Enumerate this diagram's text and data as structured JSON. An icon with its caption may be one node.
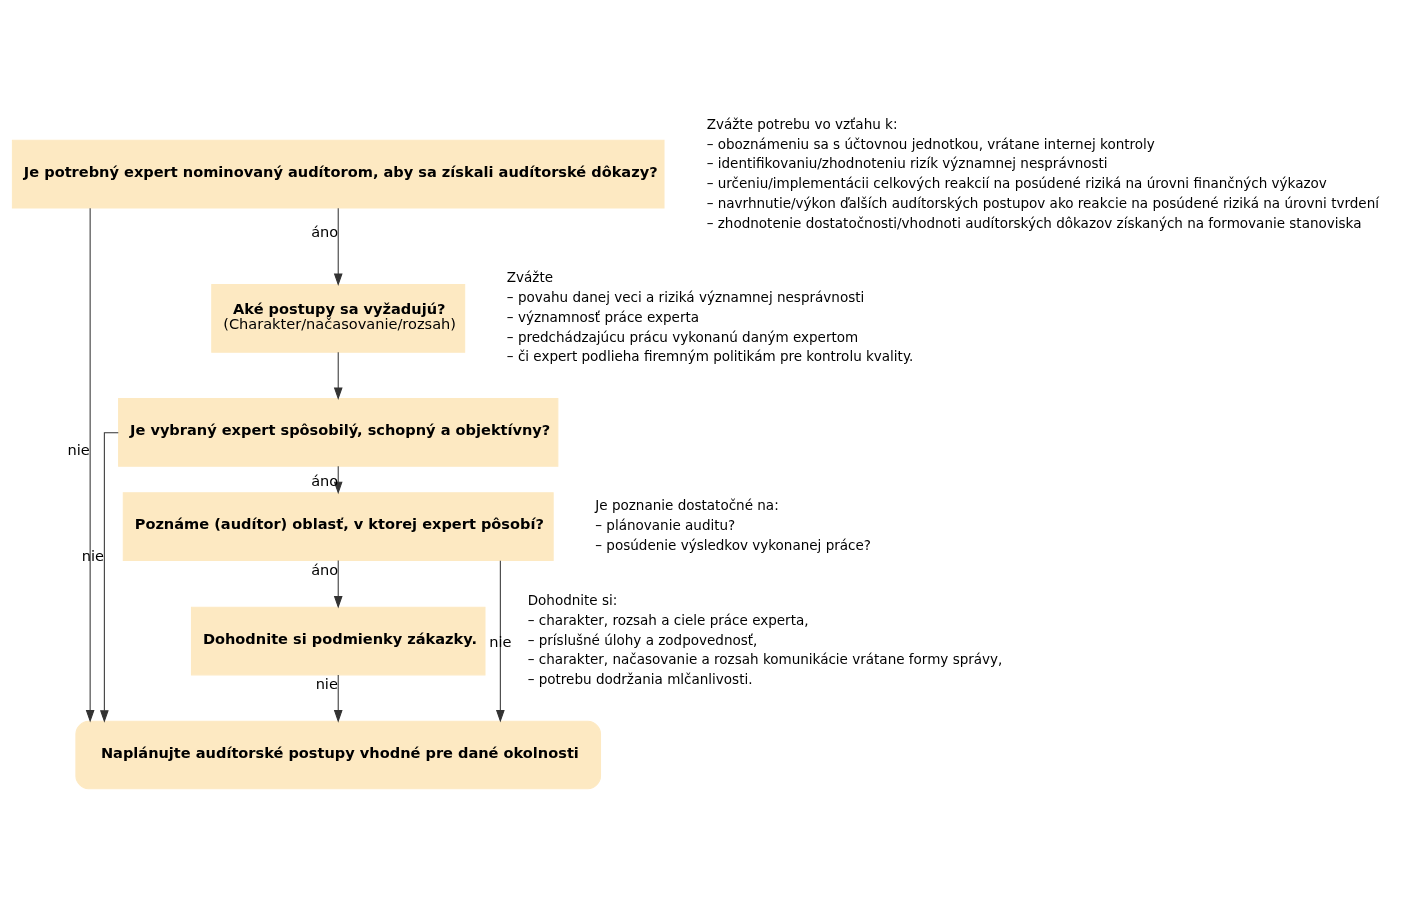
{
  "diagram": {
    "nodes": [
      {
        "text": [
          "Je potrebný expert nominovaný audítorom, aby sa získali audítorské dôkazy?"
        ],
        "beside": [
          "Zvážte potrebu vo vzťahu k:",
          "– oboznámeniu sa s účtovnou jednotkou, vrátane internej kontroly",
          "– identifikovaniu/zhodnoteniu rizík významnej nesprávnosti",
          "– určeniu/implementácii celkových reakcií na posúdené riziká na úrovni finančných výkazov",
          "– navrhnutie/výkon ďalších audítorských postupov ako reakcie na posúdené riziká na úrovni tvrdení",
          "– zhodnotenie dostatočnosti/vhodnoti audítorských dôkazov získaných na formovanie stanoviska"
        ]
      },
      {
        "text": [
          "Aké postupy sa vyžadujú?",
          "(Charakter/načasovanie/rozsah)"
        ],
        "beside": [
          "Zvážte",
          "– povahu danej veci a riziká významnej nesprávnosti",
          "– významnosť práce experta",
          "– predchádzajúcu prácu vykonanú daným expertom",
          "– či expert podlieha firemným politikám pre kontrolu kvality."
        ]
      },
      {
        "text": [
          "Je vybraný expert spôsobilý, schopný a objektívny?"
        ]
      },
      {
        "text": [
          "Poznáme (audítor) oblasť, v ktorej expert pôsobí?"
        ],
        "beside": [
          "Je poznanie dostatočné na:",
          "– plánovanie auditu?",
          "– posúdenie výsledkov vykonanej práce?"
        ]
      },
      {
        "text": [
          "Dohodnite si podmienky zákazky."
        ],
        "beside": [
          "Dohodnite si:",
          "– charakter, rozsah a ciele práce experta,",
          "– príslušné úlohy a zodpovednosť,",
          "– charakter, načasovanie a rozsah komunikácie vrátane formy správy,",
          "– potrebu dodržania mlčanlivosti."
        ]
      },
      {
        "text": [
          "Naplánujte audítorské postupy vhodné pre dané okolnosti"
        ]
      }
    ],
    "edges": [
      {
        "from": 0,
        "to": 1,
        "arrow": "to",
        "label": "áno"
      },
      {
        "from": 0,
        "to": 5,
        "arrow": "to",
        "label": "nie"
      },
      {
        "from": 1,
        "to": 2,
        "arrow": "to"
      },
      {
        "from": 2,
        "to": 3,
        "arrow": "to",
        "label": "áno"
      },
      {
        "from": 2,
        "to": 5,
        "arrow": "to",
        "label": "nie"
      },
      {
        "from": 3,
        "to": 4,
        "arrow": "to",
        "label": "áno"
      },
      {
        "from": 3,
        "to": 5,
        "arrow": "to",
        "label": "nie"
      },
      {
        "from": 4,
        "to": 5,
        "arrow": "to",
        "label": "nie"
      }
    ]
  }
}
